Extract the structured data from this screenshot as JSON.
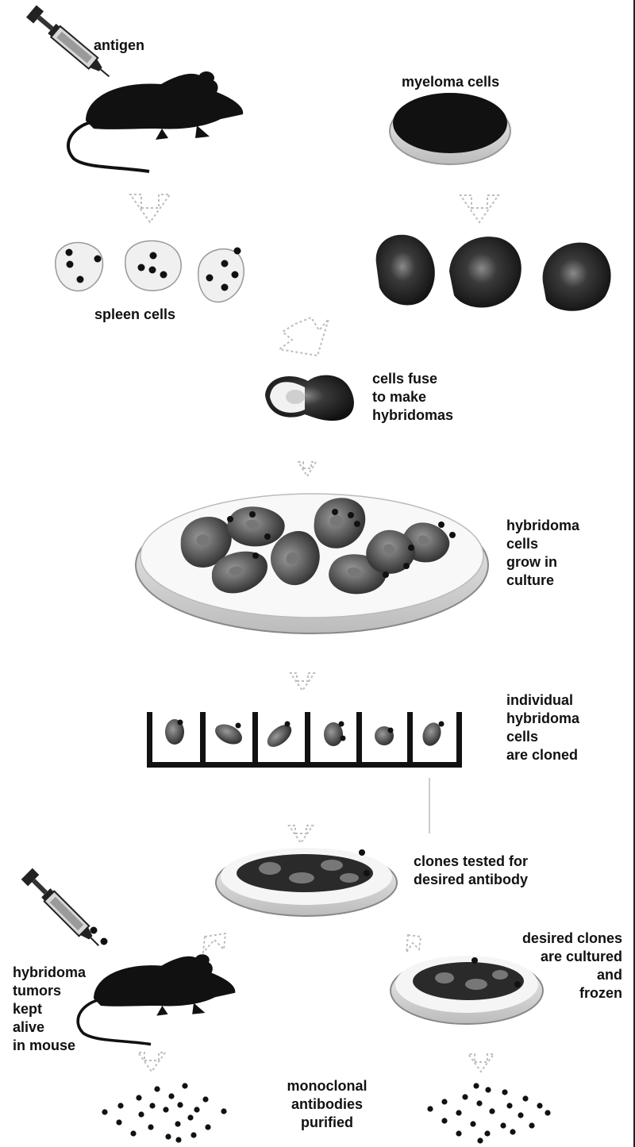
{
  "labels": {
    "antigen": "antigen",
    "myeloma_cells": "myeloma cells",
    "spleen_cells": "spleen cells",
    "cells_fuse": "cells fuse\nto make\nhybridomas",
    "hybridoma_grow": "hybridoma\ncells\ngrow in\nculture",
    "individual_cloned": "individual\nhybridoma\ncells\nare cloned",
    "clones_tested": "clones tested for\ndesired antibody",
    "desired_clones": "desired clones\nare cultured\nand\nfrozen",
    "tumors_mouse": "hybridoma\ntumors\nkept\nalive\nin mouse",
    "monoclonal": "monoclonal\nantibodies\npurified"
  },
  "colors": {
    "ink": "#111111",
    "dark_cell": "#1a1a1a",
    "light_cell": "#e6e6e6",
    "dish_rim": "#cfcfcf",
    "arrow": "#bdbdbd"
  },
  "icons": {
    "syringe": "syringe-icon",
    "mouse": "mouse-icon",
    "dish": "petri-dish-icon"
  }
}
